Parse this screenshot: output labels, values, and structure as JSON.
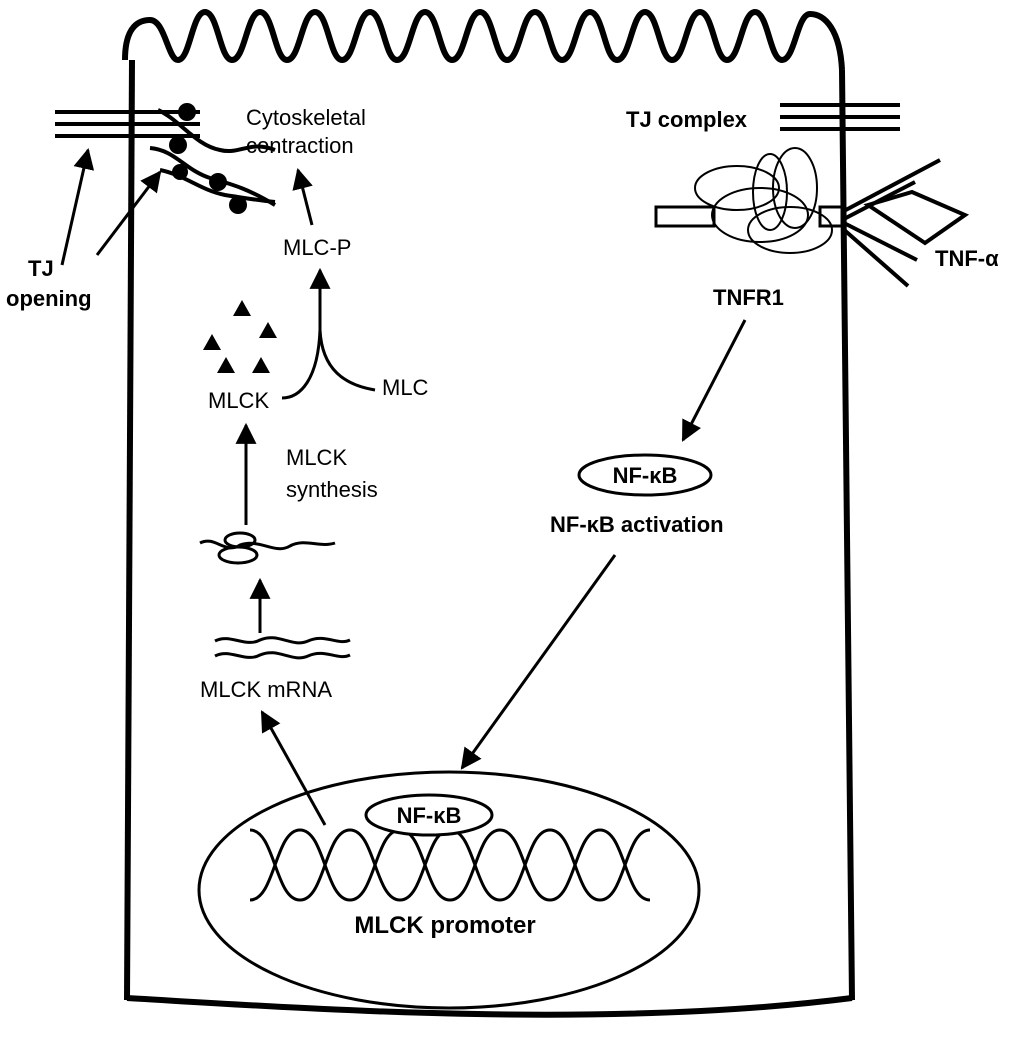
{
  "labels": {
    "cytoskeletal_line1": "Cytoskeletal",
    "cytoskeletal_line2": "contraction",
    "tj_complex": "TJ complex",
    "tj_opening_line1": "TJ",
    "tj_opening_line2": "opening",
    "mlc_p": "MLC-P",
    "tnf_alpha": "TNF-α",
    "tnfr1": "TNFR1",
    "mlck": "MLCK",
    "mlc": "MLC",
    "mlck_synthesis_line1": "MLCK",
    "mlck_synthesis_line2": "synthesis",
    "nfkb_cytoplasm": "NF-κB",
    "nfkb_activation": "NF-κB activation",
    "mlck_mrna": "MLCK mRNA",
    "nfkb_nucleus": "NF-κB",
    "mlck_promoter": "MLCK promoter"
  }
}
